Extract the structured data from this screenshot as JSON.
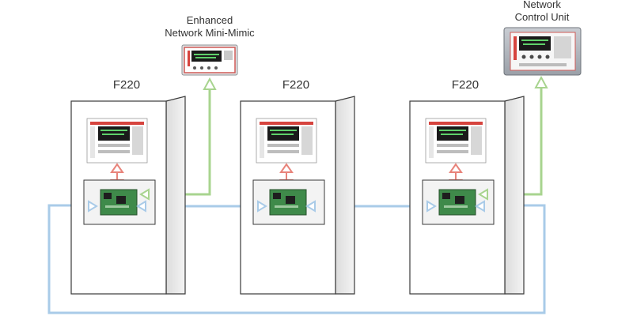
{
  "labels": {
    "mini_mimic_line1": "Enhanced",
    "mini_mimic_line2": "Network Mini-Mimic",
    "ncu_line1": "Network",
    "ncu_line2": "Control Unit",
    "panel_1": "F220",
    "panel_2": "F220",
    "panel_3": "F220"
  },
  "colors": {
    "network_loop": "#a9cbe8",
    "green_link": "#a8d48f",
    "red_link": "#e8837a",
    "cabinet_stroke": "#3a3a3a",
    "cabinet_side": "#ededed",
    "board_green": "#3f8a4a",
    "screen_green": "#5fd06a"
  },
  "icons": {
    "arrow": "chevron-arrow-icon"
  }
}
